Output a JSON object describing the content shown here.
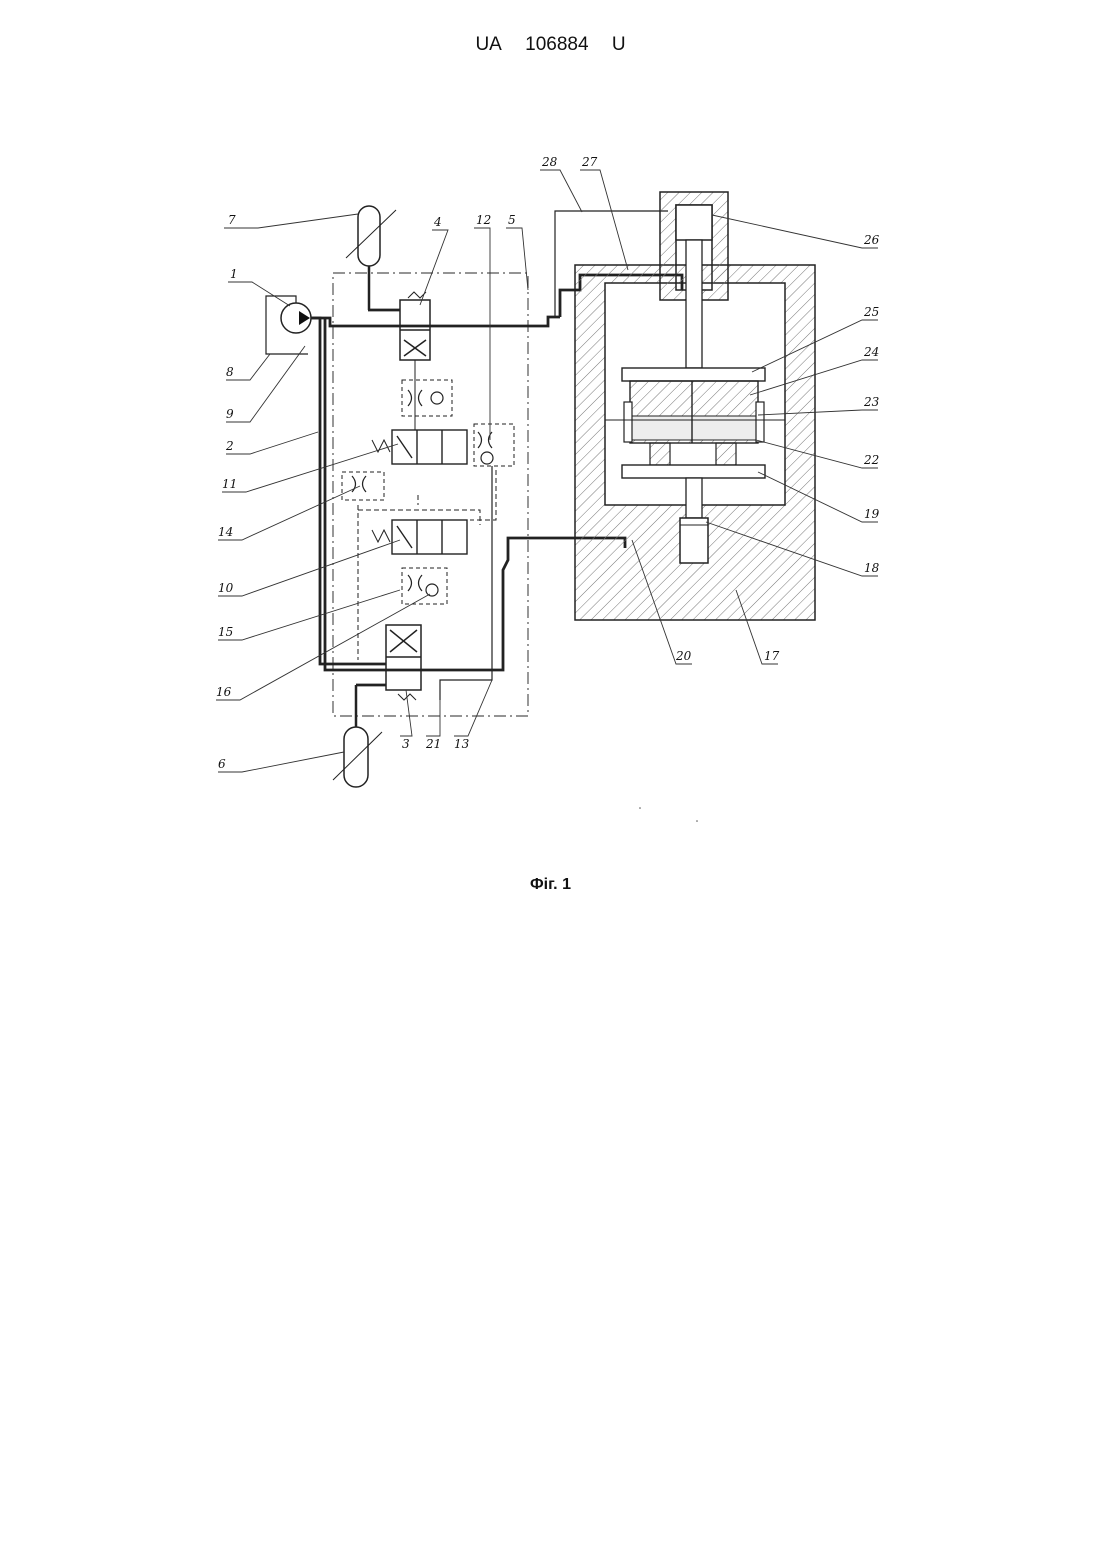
{
  "header": {
    "country": "UA",
    "number": "106884",
    "kind": "U"
  },
  "caption": "Фіг. 1",
  "labels": {
    "l1": "1",
    "l2": "2",
    "l3": "3",
    "l4": "4",
    "l5": "5",
    "l6": "6",
    "l7": "7",
    "l8": "8",
    "l9": "9",
    "l10": "10",
    "l11": "11",
    "l12": "12",
    "l13": "13",
    "l14": "14",
    "l15": "15",
    "l16": "16",
    "l17": "17",
    "l18": "18",
    "l19": "19",
    "l20": "20",
    "l21": "21",
    "l22": "22",
    "l23": "23",
    "l24": "24",
    "l25": "25",
    "l26": "26",
    "l27": "27",
    "l28": "28"
  }
}
